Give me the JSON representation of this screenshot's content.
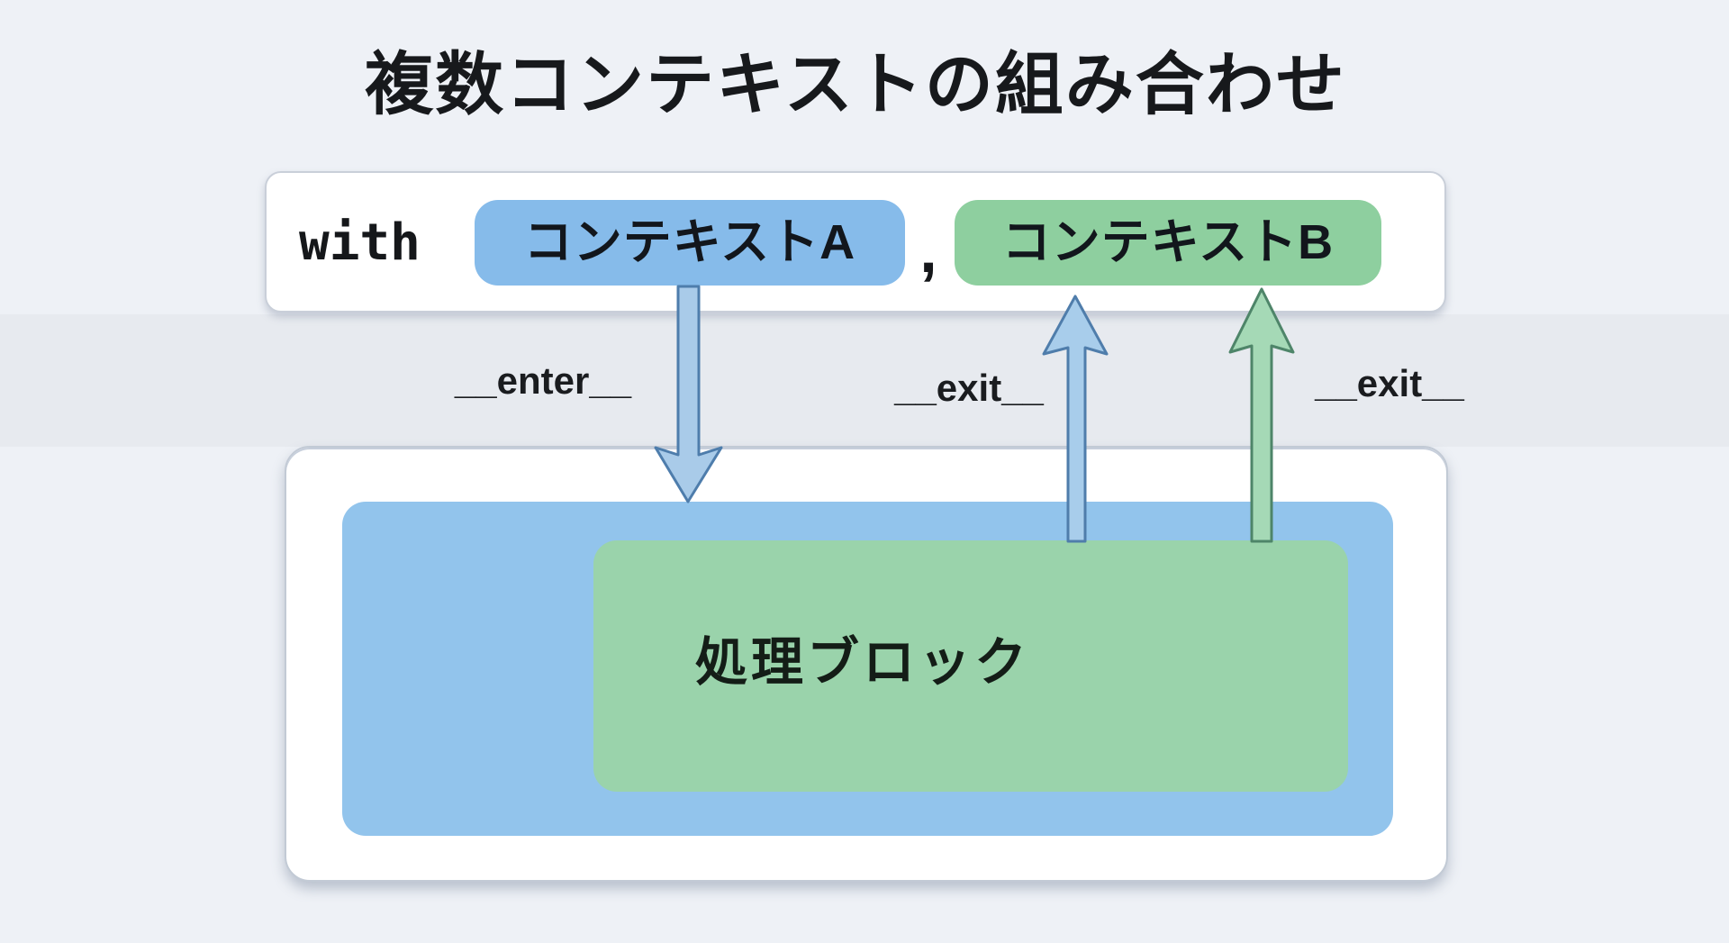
{
  "title": "複数コンテキストの組み合わせ",
  "with_statement": {
    "keyword": "with",
    "context_a": "コンテキストA",
    "separator": ",",
    "context_b": "コンテキストB"
  },
  "flow_labels": {
    "enter": "__enter__",
    "exit_a": "__exit__",
    "exit_b": "__exit__"
  },
  "block_label": "処理ブロック",
  "colors": {
    "page_background": "#eef1f6",
    "context_a_fill": "#86bbea",
    "context_b_fill": "#8ecf9f",
    "inner_block_blue": "#92c4ec",
    "inner_block_green": "#9ad3ab",
    "enter_arrow_fill": "#a9cbe9",
    "enter_arrow_stroke": "#4e7dac",
    "exit_arrow_blue_fill": "#a8cdeb",
    "exit_arrow_blue_stroke": "#4f7dab",
    "exit_arrow_green_fill": "#a5d9b6",
    "exit_arrow_green_stroke": "#4e8569",
    "text_color": "#17191c"
  }
}
